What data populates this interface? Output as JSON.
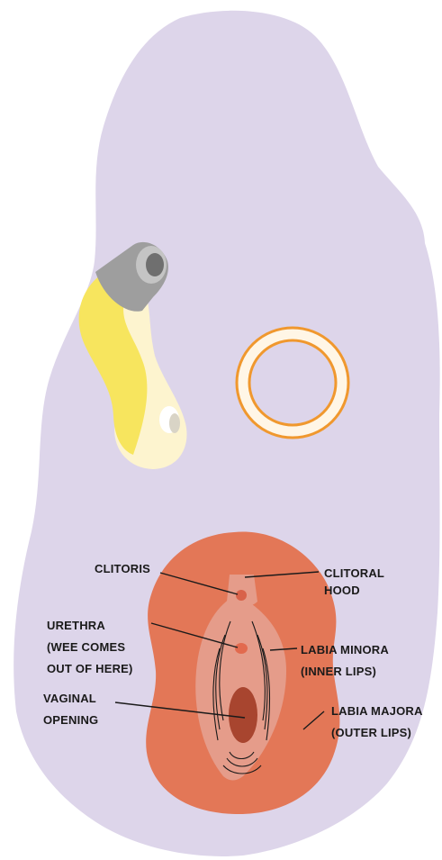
{
  "colors": {
    "background_blob": "#ddd5ea",
    "outer_lips": "#e37757",
    "inner_lips": "#e59c8a",
    "vaginal_opening": "#a8452f",
    "urethra": "#e26a4e",
    "clitoris": "#d8624a",
    "toy_yellow": "#f7e55e",
    "toy_cream": "#fdf4cf",
    "toy_cap": "#9e9e9e",
    "ring": "#f0982e",
    "leader_line": "#1a1a1a"
  },
  "labels": {
    "clitoris": "CLITORIS",
    "clitoral_hood": [
      "CLITORAL",
      "HOOD"
    ],
    "urethra": [
      "URETHRA",
      "(WEE COMES",
      "OUT OF HERE)"
    ],
    "labia_minora": [
      "LABIA MINORA",
      "(INNER LIPS)"
    ],
    "vaginal_opening": [
      "VAGINAL",
      "OPENING"
    ],
    "labia_majora": [
      "LABIA MAJORA",
      "(OUTER LIPS)"
    ]
  }
}
